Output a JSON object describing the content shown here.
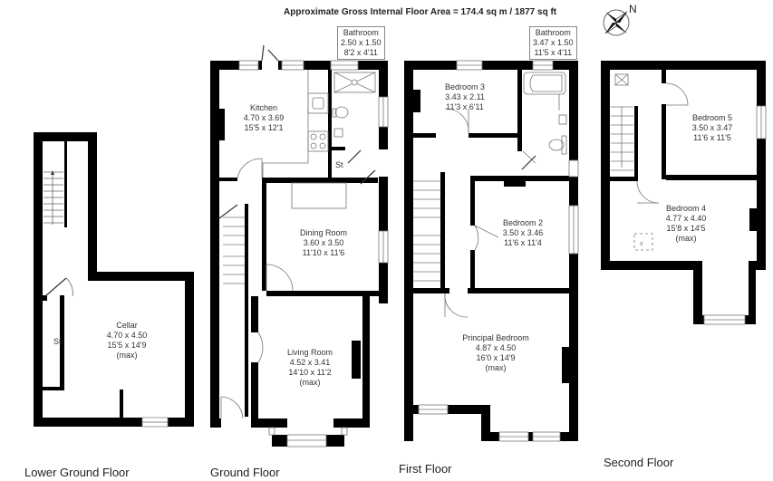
{
  "header": {
    "title": "Approximate Gross Internal Floor Area  = 174.4 sq m  / 1877 sq ft",
    "compass_label": "N"
  },
  "floors": {
    "lower_ground": {
      "label": "Lower Ground Floor",
      "rooms": {
        "cellar": {
          "name": "Cellar",
          "metric": "4.70 x 4.50",
          "imperial": "15'5 x 14'9",
          "note": "(max)"
        },
        "store": {
          "name": "St"
        }
      }
    },
    "ground": {
      "label": "Ground Floor",
      "rooms": {
        "kitchen": {
          "name": "Kitchen",
          "metric": "4.70 x 3.69",
          "imperial": "15'5 x 12'1"
        },
        "bathroom": {
          "name": "Bathroom",
          "metric": "2.50 x 1.50",
          "imperial": "8'2 x 4'11"
        },
        "store": {
          "name": "St"
        },
        "dining": {
          "name": "Dining Room",
          "metric": "3.60 x 3.50",
          "imperial": "11'10 x 11'6"
        },
        "living": {
          "name": "Living Room",
          "metric": "4.52 x 3.41",
          "imperial": "14'10 x 11'2",
          "note": "(max)"
        }
      }
    },
    "first": {
      "label": "First Floor",
      "rooms": {
        "bedroom3": {
          "name": "Bedroom 3",
          "metric": "3.43 x 2.11",
          "imperial": "11'3 x 6'11"
        },
        "bathroom": {
          "name": "Bathroom",
          "metric": "3.47 x 1.50",
          "imperial": "11'5 x 4'11"
        },
        "bedroom2": {
          "name": "Bedroom 2",
          "metric": "3.50 x 3.46",
          "imperial": "11'6 x 11'4"
        },
        "principal": {
          "name": "Principal Bedroom",
          "metric": "4.87 x 4.50",
          "imperial": "16'0 x 14'9",
          "note": "(max)"
        }
      }
    },
    "second": {
      "label": "Second Floor",
      "rooms": {
        "bedroom5": {
          "name": "Bedroom 5",
          "metric": "3.50 x 3.47",
          "imperial": "11'6 x 11'5"
        },
        "bedroom4": {
          "name": "Bedroom 4",
          "metric": "4.77 x 4.40",
          "imperial": "15'8 x 14'5",
          "note": "(max)"
        }
      }
    }
  }
}
